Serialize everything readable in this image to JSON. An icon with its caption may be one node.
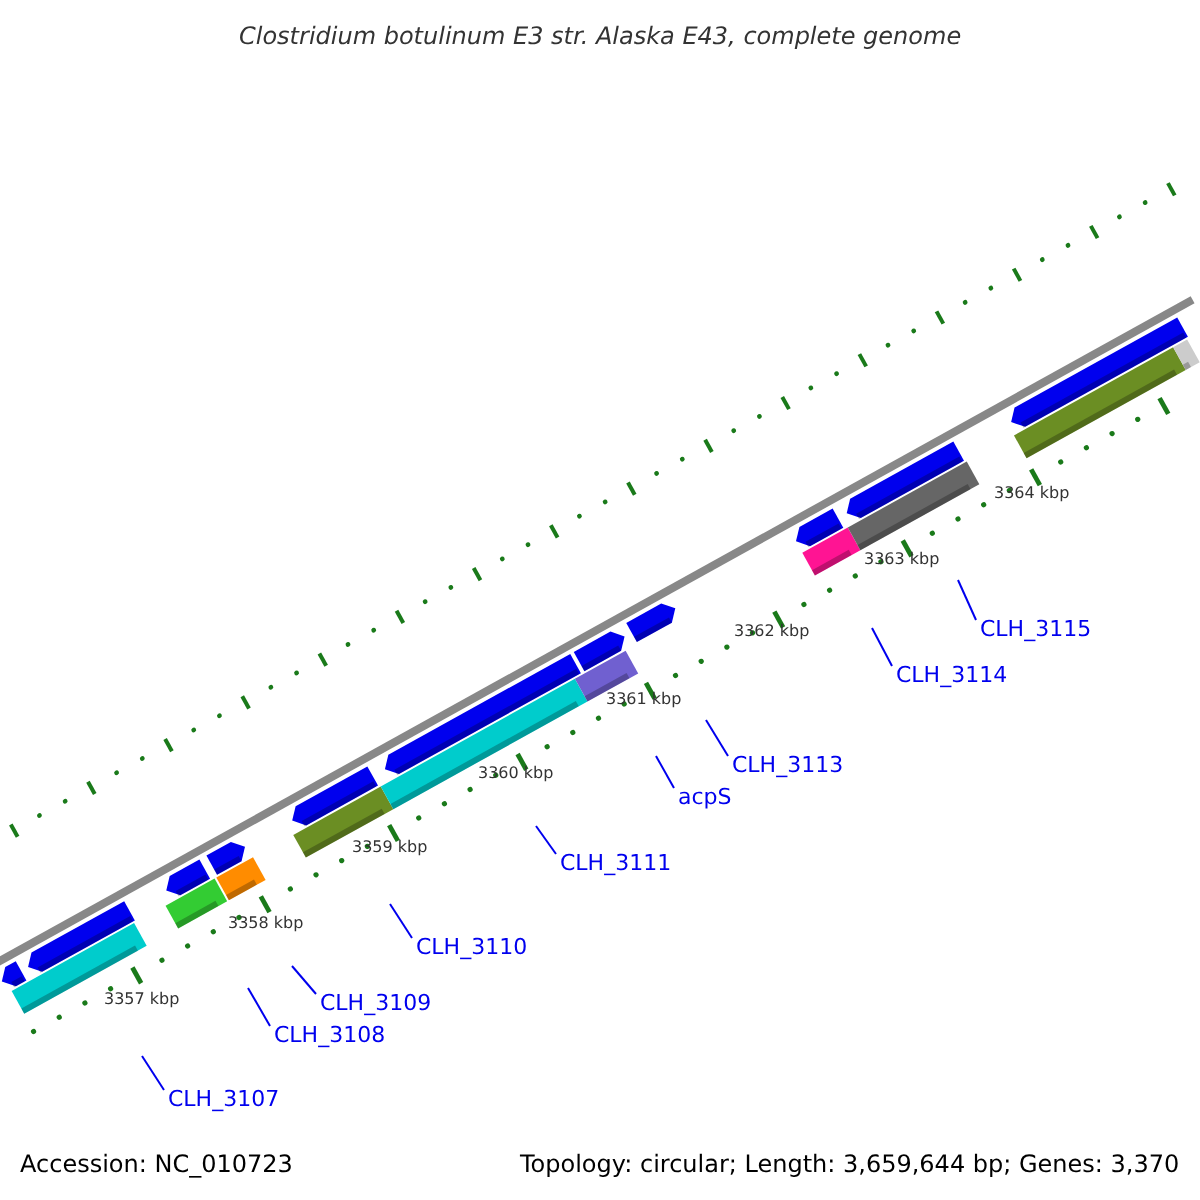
{
  "diagram": {
    "title": "Clostridium botulinum E3 str. Alaska E43, complete genome",
    "nodes": [
      {
        "text": [
          "CLH_3107"
        ]
      },
      {
        "text": [
          "CLH_3108"
        ]
      },
      {
        "text": [
          "CLH_3109"
        ]
      },
      {
        "text": [
          "CLH_3110"
        ]
      },
      {
        "text": [
          "CLH_3111"
        ]
      },
      {
        "text": [
          "acpS"
        ]
      },
      {
        "text": [
          "CLH_3113"
        ]
      },
      {
        "text": [
          "CLH_3114"
        ]
      },
      {
        "text": [
          "CLH_3115"
        ]
      }
    ],
    "edges": [
      {
        "from": 0,
        "to": null,
        "arrow": "none"
      },
      {
        "from": 1,
        "to": null,
        "arrow": "none"
      },
      {
        "from": 2,
        "to": null,
        "arrow": "none"
      },
      {
        "from": 3,
        "to": null,
        "arrow": "none"
      },
      {
        "from": 4,
        "to": null,
        "arrow": "none"
      },
      {
        "from": 5,
        "to": null,
        "arrow": "none"
      },
      {
        "from": 6,
        "to": null,
        "arrow": "none"
      },
      {
        "from": 7,
        "to": null,
        "arrow": "none"
      },
      {
        "from": 8,
        "to": null,
        "arrow": "none"
      }
    ],
    "labels": [
      "3357 kbp",
      "3358 kbp",
      "3359 kbp",
      "3360 kbp",
      "3361 kbp",
      "3362 kbp",
      "3363 kbp",
      "3364 kbp",
      "Accession: NC_010723",
      "Topology: circular; Length: 3,659,644 bp; Genes: 3,370"
    ]
  }
}
